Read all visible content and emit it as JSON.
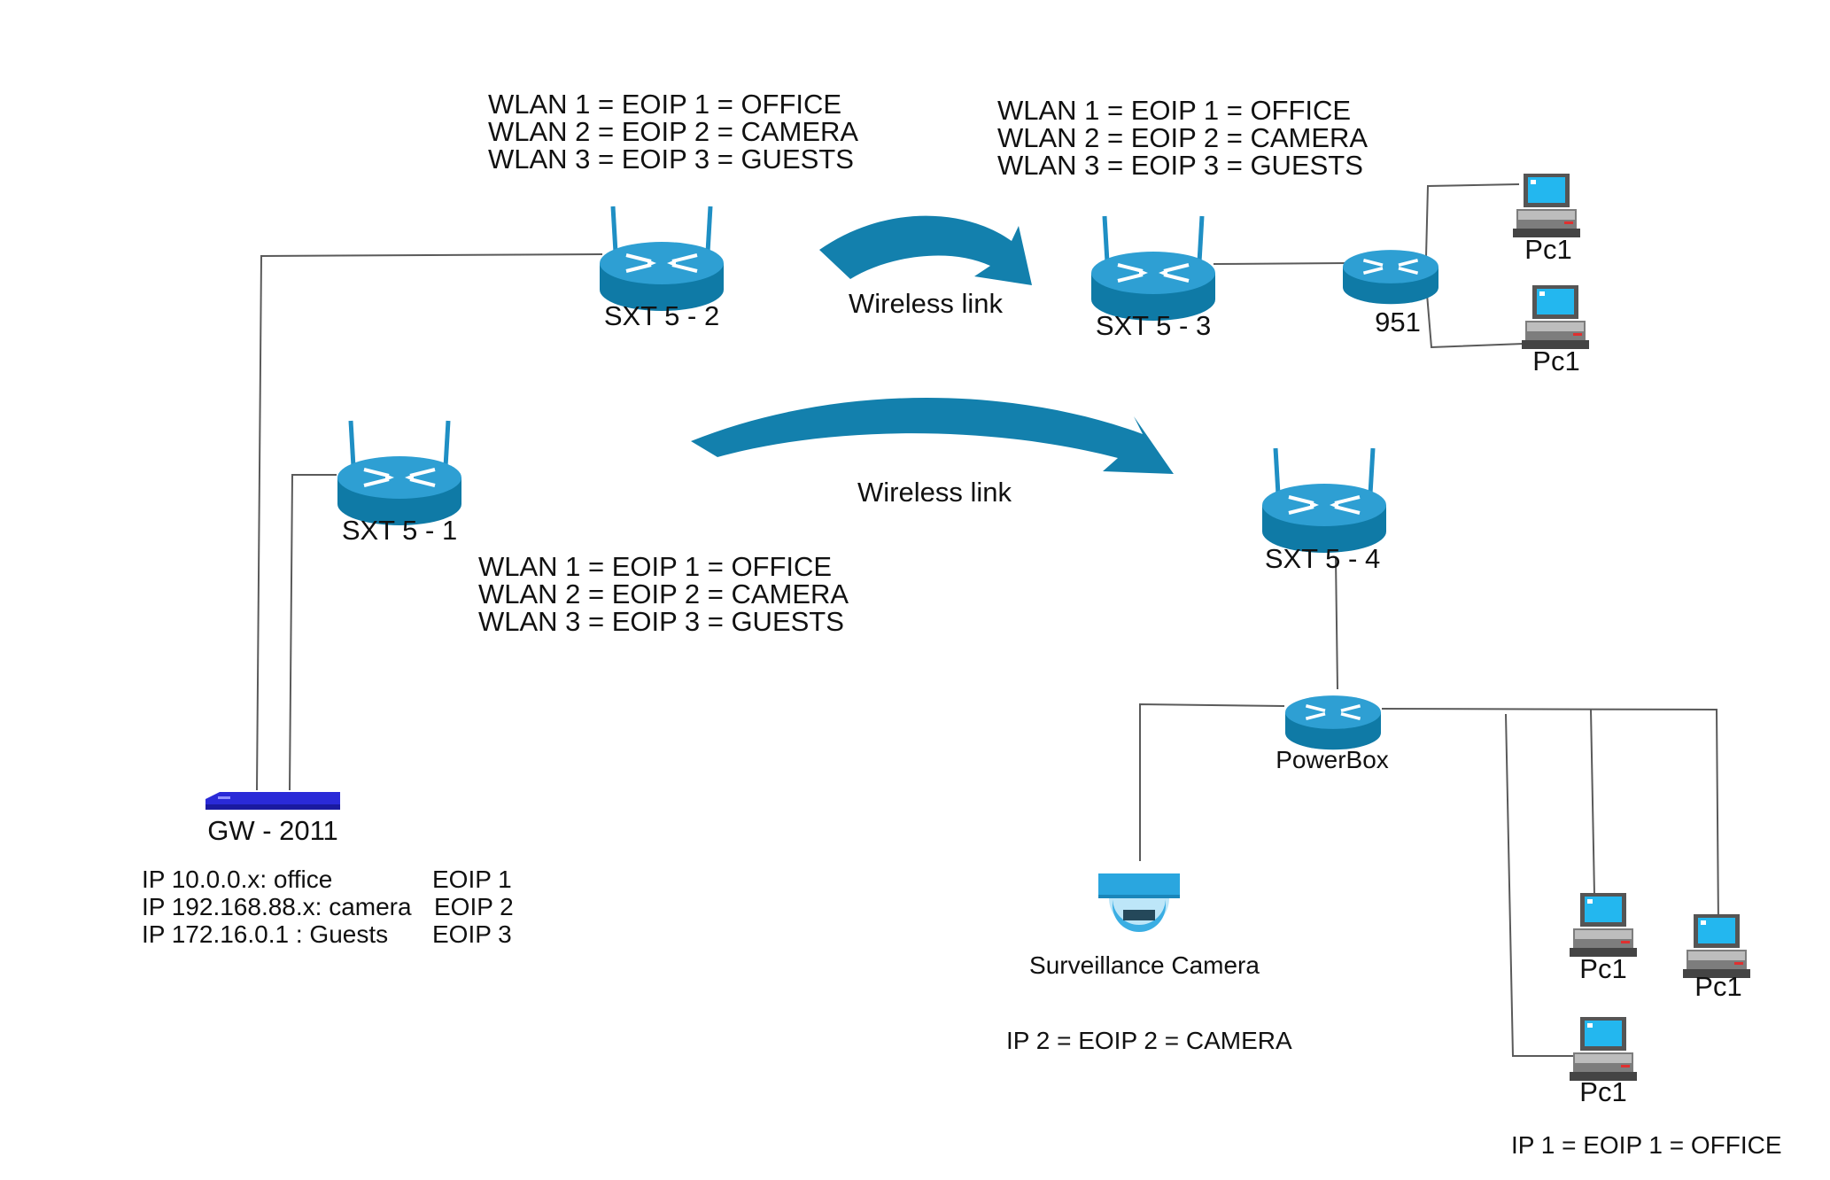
{
  "colors": {
    "router_top": "#2e9fd3",
    "router_side": "#0f7aa6",
    "arrow": "#1380ad",
    "link": "#5a5a5a",
    "switch": "#2a2ad8",
    "monitor_screen": "#23b7ef",
    "camera_body": "#2aa6df"
  },
  "devices": {
    "sxt2": "SXT 5 - 2",
    "sxt1": "SXT 5 - 1",
    "sxt3": "SXT 5 - 3",
    "sxt4": "SXT 5 - 4",
    "r951": "951",
    "powerbox": "PowerBox",
    "gateway": "GW - 2011",
    "camera": "Surveillance Camera",
    "pc": "Pc1"
  },
  "wireless_link_label": "Wireless link",
  "wlan_blocks": {
    "sxt2": [
      "WLAN 1 = EOIP 1 = OFFICE",
      "WLAN 2 = EOIP 2 = CAMERA",
      "WLAN 3 = EOIP 3 = GUESTS"
    ],
    "sxt3": [
      "WLAN 1 = EOIP 1 = OFFICE",
      "WLAN 2 = EOIP 2 = CAMERA",
      "WLAN 3 = EOIP 3 = GUESTS"
    ],
    "sxt1": [
      "WLAN 1 = EOIP 1 = OFFICE",
      "WLAN 2 = EOIP 2 = CAMERA",
      "WLAN 3 = EOIP 3 = GUESTS"
    ]
  },
  "gateway_ips": [
    {
      "ip": "IP 10.0.0.x: office",
      "eoip": "EOIP 1"
    },
    {
      "ip": "IP 192.168.88.x: camera",
      "eoip": "EOIP 2"
    },
    {
      "ip": "IP 172.16.0.1 : Guests",
      "eoip": "EOIP 3"
    }
  ],
  "notes": {
    "camera": "IP 2 = EOIP 2 = CAMERA",
    "office": "IP 1 = EOIP 1 = OFFICE"
  }
}
